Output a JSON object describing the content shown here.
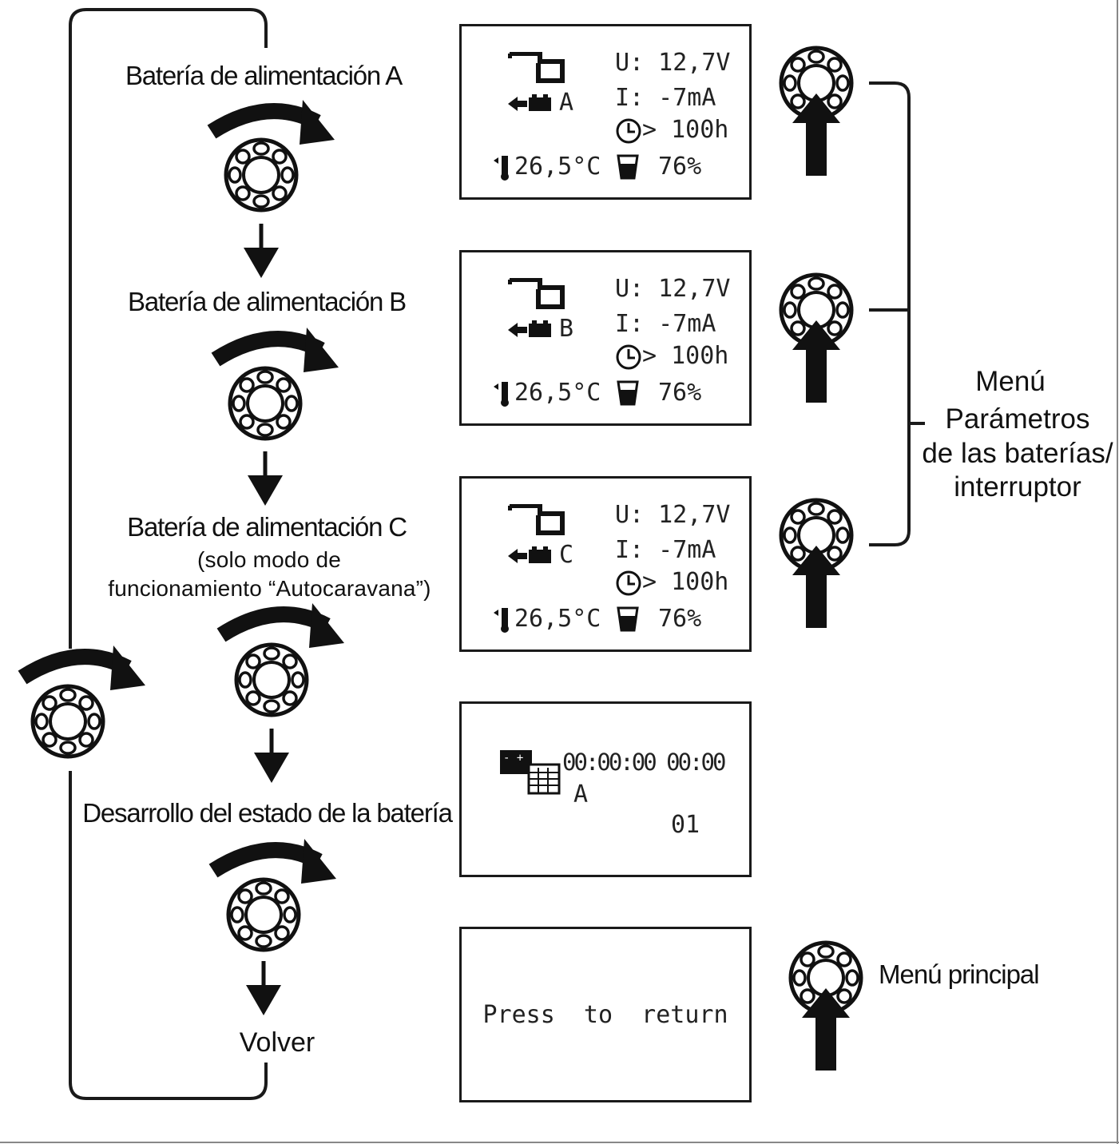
{
  "flow": {
    "battery_a": "Batería de alimentación A",
    "battery_b": "Batería de alimentación B",
    "battery_c": "Batería de alimentación C",
    "battery_c_note_1": "(solo modo de",
    "battery_c_note_2": "funcionamiento “Autocaravana”)",
    "history": "Desarrollo del estado de la batería",
    "back": "Volver"
  },
  "screens": {
    "battery_a": {
      "id": "A",
      "voltage": "U: 12,7V",
      "current": "I: -7mA",
      "time": "> 100h",
      "temperature": "26,5°C",
      "charge": "76%"
    },
    "battery_b": {
      "id": "B",
      "voltage": "U: 12,7V",
      "current": "I: -7mA",
      "time": "> 100h",
      "temperature": "26,5°C",
      "charge": "76%"
    },
    "battery_c": {
      "id": "C",
      "voltage": "U: 12,7V",
      "current": "I: -7mA",
      "time": "> 100h",
      "temperature": "26,5°C",
      "charge": "76%"
    },
    "history": {
      "timestamp": "00:00:00 00:00",
      "id": "A",
      "index": "01"
    },
    "return": {
      "text": "Press  to  return"
    }
  },
  "side": {
    "menu_line1": "Menú",
    "menu_line2": "Parámetros",
    "menu_line3": "de las baterías/",
    "menu_line4": "interruptor",
    "main_menu": "Menú principal"
  },
  "icons": [
    "rotary-knob-icon",
    "rotate-arrow-icon",
    "press-arrow-icon",
    "battery-icon",
    "thermometer-icon",
    "clock-icon",
    "charge-level-icon",
    "calendar-icon"
  ]
}
